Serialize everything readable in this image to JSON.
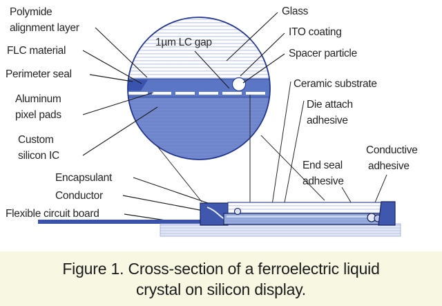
{
  "figure": {
    "caption_lines": [
      "Figure 1. Cross-section of a ferroelectric liquid",
      "crystal on silicon display."
    ],
    "caption_background": "#f7f7e2"
  },
  "colors": {
    "glass_fill": "#fdfdff",
    "glass_stripe": "#c9d2ea",
    "ito_band": "#4a63b4",
    "lc_band": "#5a76c4",
    "seal_dark": "#2f4aa0",
    "silicon_fill": "#6f86cc",
    "pixel_pad": "#ffffff",
    "outline": "#1c3080",
    "flex_board": "#3a53a8",
    "ceramic_fill": "#dde3f4",
    "text": "#242424"
  },
  "labels": {
    "left": [
      {
        "id": "polymide-alignment-layer",
        "lines": [
          "Polymide",
          "alignment layer"
        ]
      },
      {
        "id": "flc-material",
        "lines": [
          "FLC material"
        ]
      },
      {
        "id": "perimeter-seal",
        "lines": [
          "Perimeter seal"
        ]
      },
      {
        "id": "aluminum-pixel-pads",
        "lines": [
          "Aluminum",
          "pixel pads"
        ]
      },
      {
        "id": "custom-silicon-ic",
        "lines": [
          "Custom",
          "silicon IC"
        ]
      },
      {
        "id": "encapsulant",
        "lines": [
          "Encapsulant"
        ]
      },
      {
        "id": "conductor",
        "lines": [
          "Conductor"
        ]
      },
      {
        "id": "flexible-circuit-board",
        "lines": [
          "Flexible circuit board"
        ]
      }
    ],
    "right": [
      {
        "id": "glass",
        "lines": [
          "Glass"
        ]
      },
      {
        "id": "ito-coating",
        "lines": [
          "ITO coating"
        ]
      },
      {
        "id": "spacer-particle",
        "lines": [
          "Spacer particle"
        ]
      },
      {
        "id": "ceramic-substrate",
        "lines": [
          "Ceramic substrate"
        ]
      },
      {
        "id": "die-attach-adhesive",
        "lines": [
          "Die attach",
          "adhesive"
        ]
      },
      {
        "id": "end-seal-adhesive",
        "lines": [
          "End seal",
          "adhesive"
        ]
      },
      {
        "id": "conductive-adhesive",
        "lines": [
          "Conductive",
          "adhesive"
        ]
      }
    ],
    "inset": [
      {
        "id": "lc-gap",
        "lines": [
          "1µm LC gap"
        ]
      }
    ]
  },
  "label_text": {
    "polymide_1": "Polymide",
    "polymide_2": "alignment layer",
    "flc": "FLC material",
    "perimeter_seal": "Perimeter seal",
    "aluminum_1": "Aluminum",
    "aluminum_2": "pixel pads",
    "custom_1": "Custom",
    "custom_2": "silicon IC",
    "encapsulant": "Encapsulant",
    "conductor": "Conductor",
    "flexible": "Flexible circuit board",
    "glass": "Glass",
    "ito": "ITO coating",
    "spacer": "Spacer particle",
    "ceramic": "Ceramic substrate",
    "die_attach_1": "Die attach",
    "die_attach_2": "adhesive",
    "end_seal_1": "End seal",
    "end_seal_2": "adhesive",
    "conductive_1": "Conductive",
    "conductive_2": "adhesive",
    "lc_gap": "1µm LC gap"
  }
}
